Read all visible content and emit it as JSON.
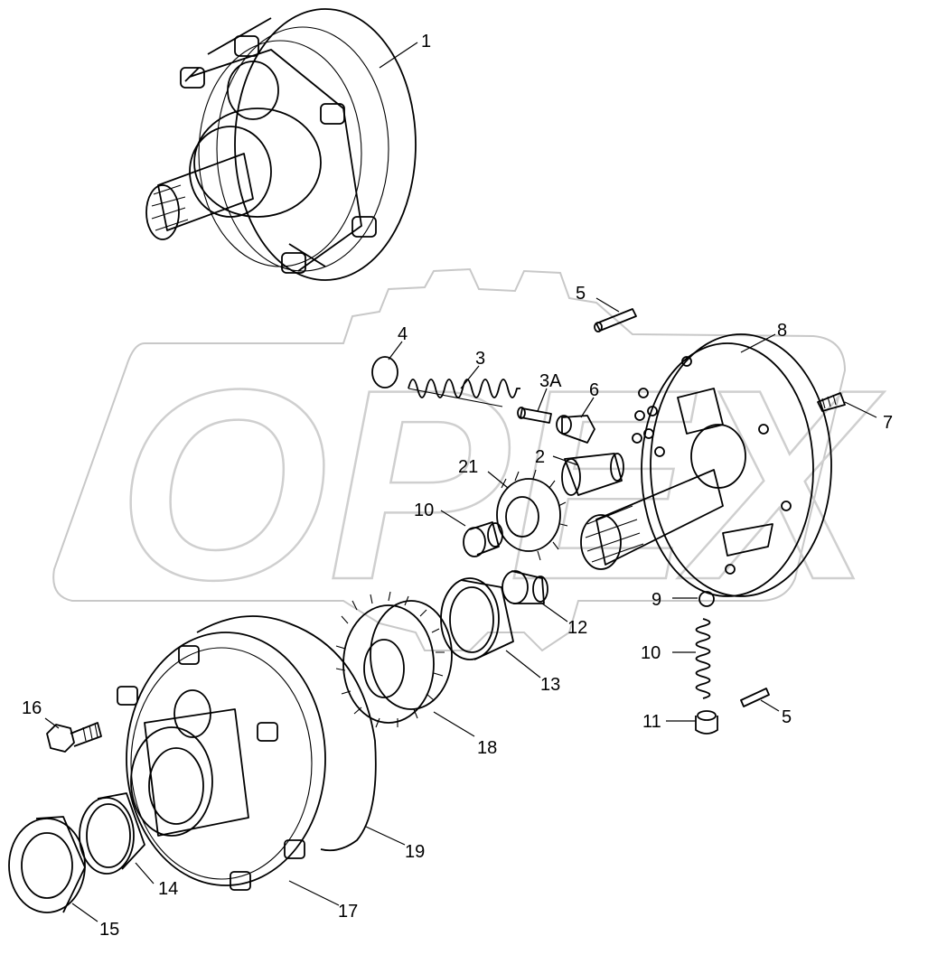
{
  "watermark": {
    "text": "OPEX"
  },
  "corner_mark": "",
  "labels": [
    {
      "id": "1",
      "text": "1"
    },
    {
      "id": "2",
      "text": "2"
    },
    {
      "id": "3",
      "text": "3"
    },
    {
      "id": "3A",
      "text": "3A"
    },
    {
      "id": "4",
      "text": "4"
    },
    {
      "id": "5a",
      "text": "5"
    },
    {
      "id": "5b",
      "text": "5"
    },
    {
      "id": "6",
      "text": "6"
    },
    {
      "id": "7",
      "text": "7"
    },
    {
      "id": "8",
      "text": "8"
    },
    {
      "id": "9",
      "text": "9"
    },
    {
      "id": "10a",
      "text": "10"
    },
    {
      "id": "10b",
      "text": "10"
    },
    {
      "id": "11",
      "text": "11"
    },
    {
      "id": "12",
      "text": "12"
    },
    {
      "id": "13",
      "text": "13"
    },
    {
      "id": "14",
      "text": "14"
    },
    {
      "id": "15",
      "text": "15"
    },
    {
      "id": "16",
      "text": "16"
    },
    {
      "id": "17",
      "text": "17"
    },
    {
      "id": "18",
      "text": "18"
    },
    {
      "id": "19",
      "text": "19"
    },
    {
      "id": "21",
      "text": "21"
    }
  ]
}
